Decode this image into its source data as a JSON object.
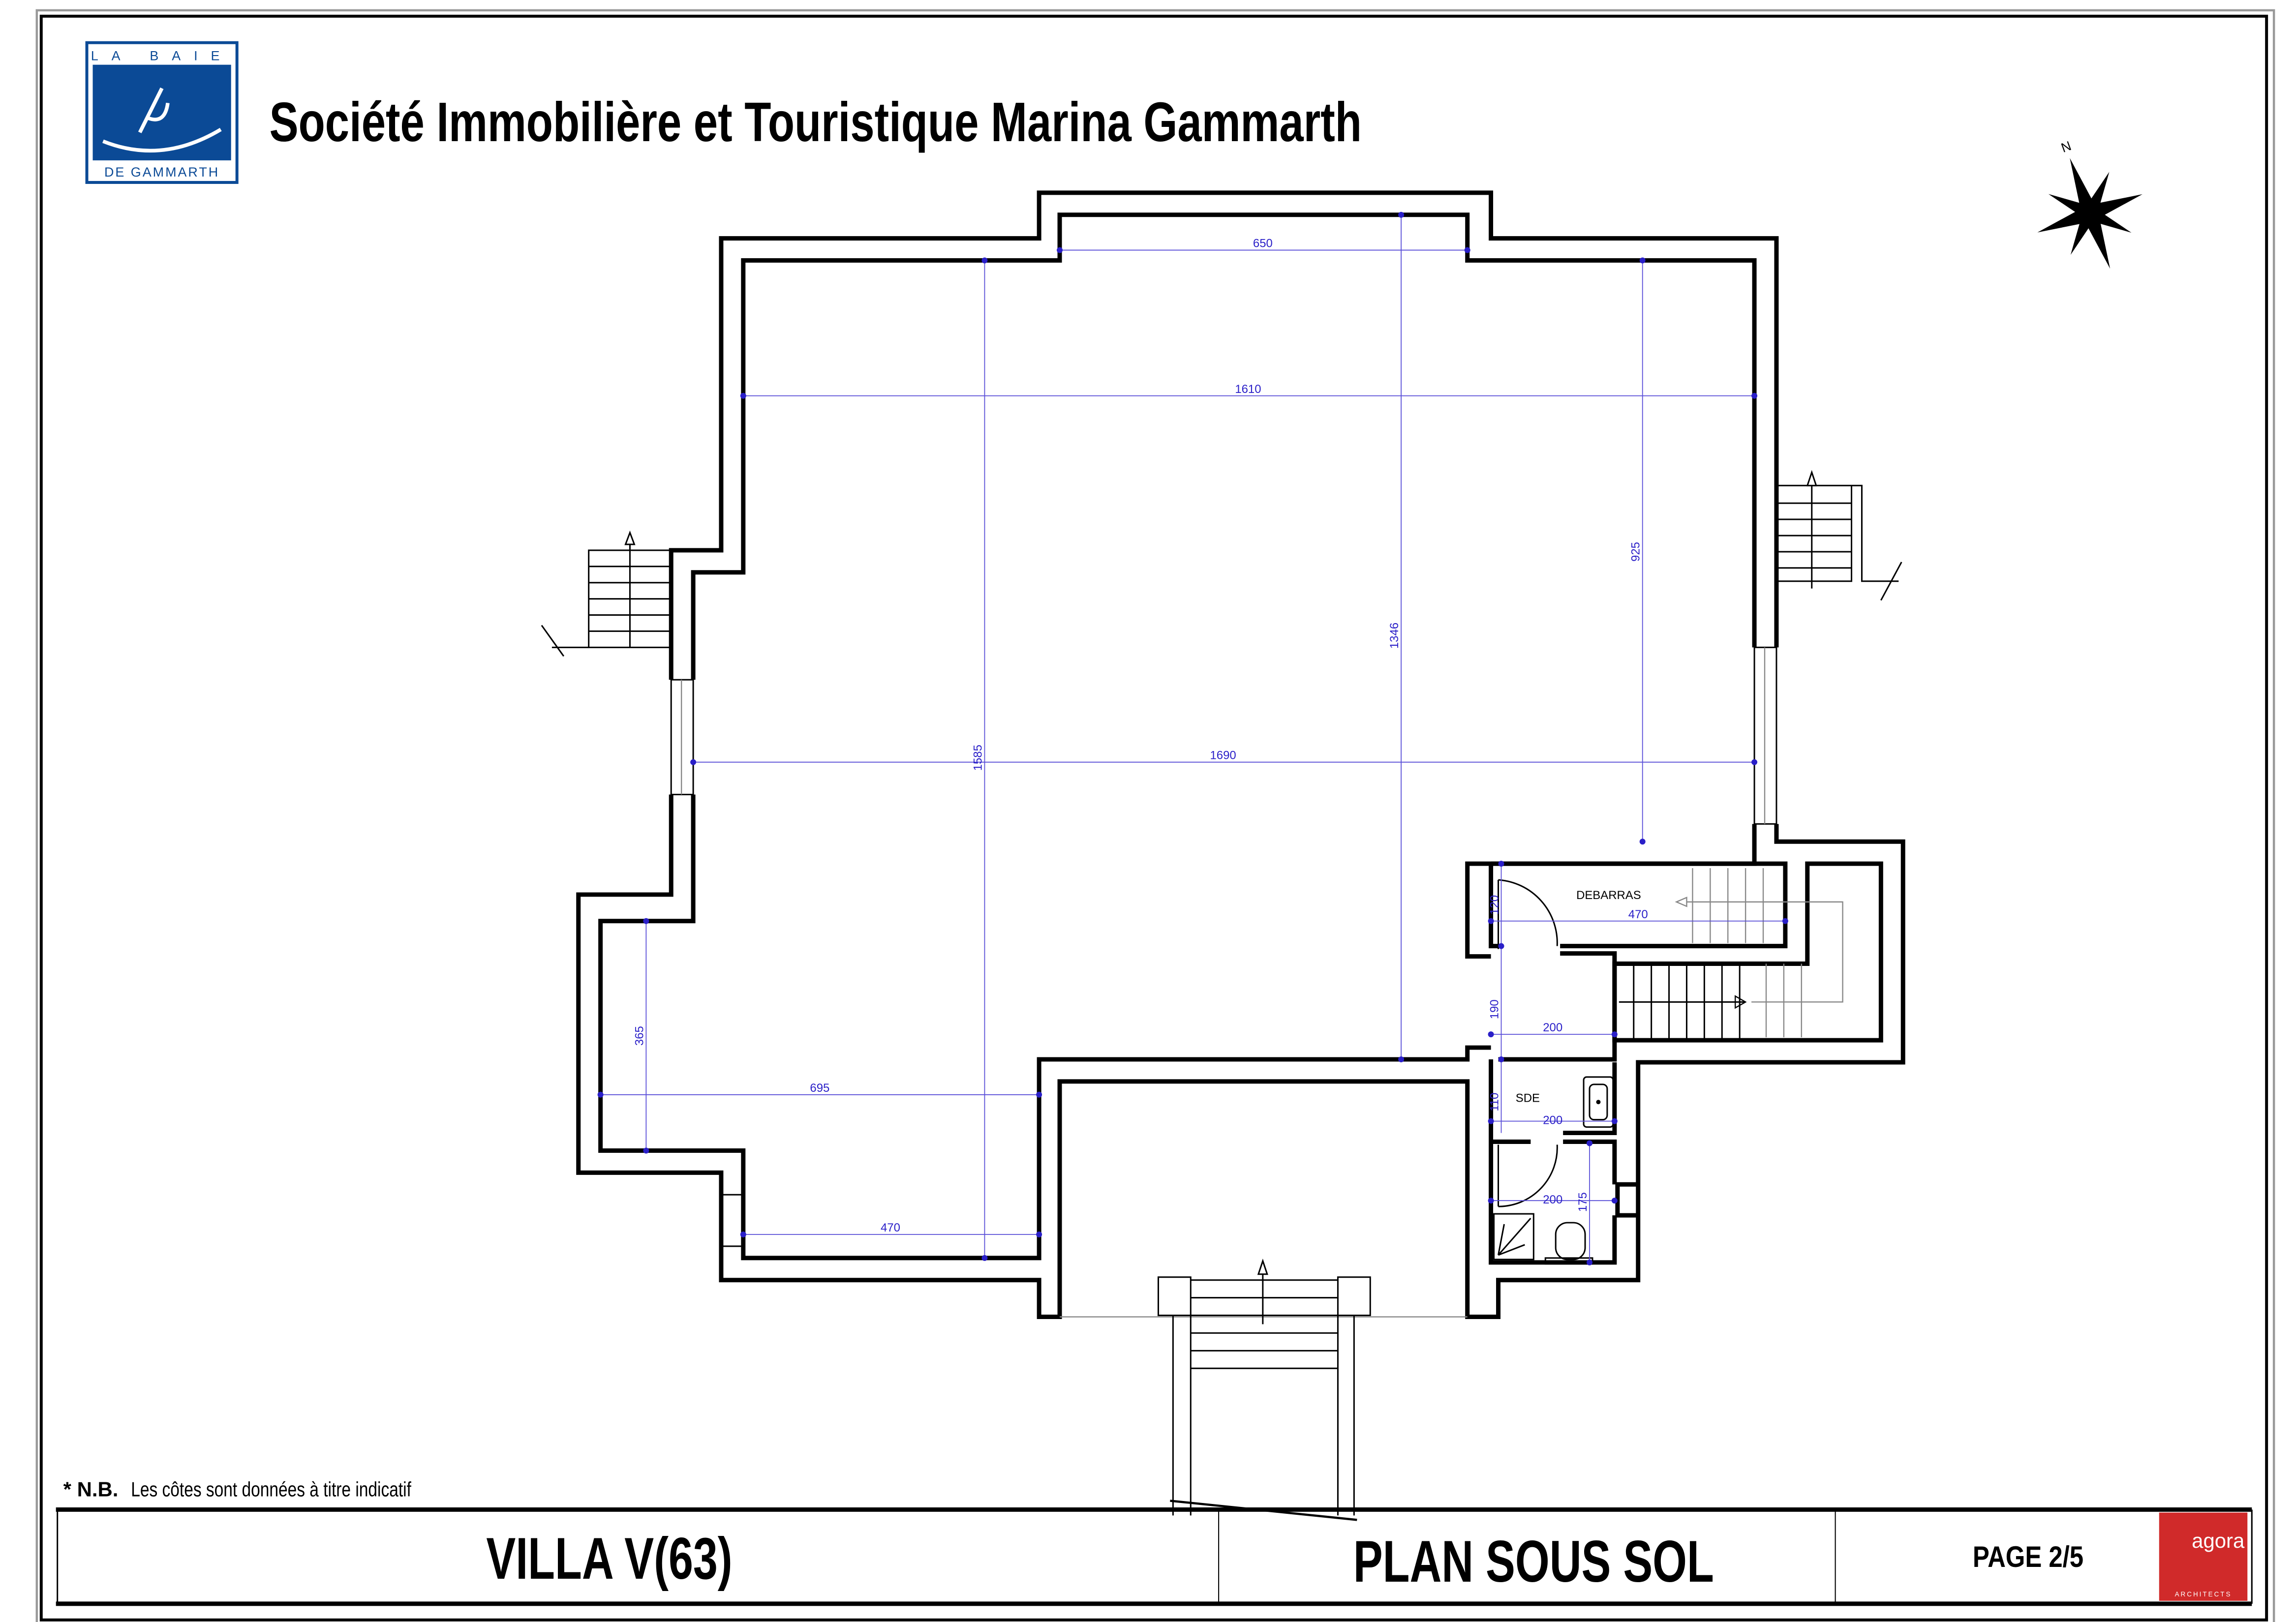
{
  "header": {
    "logo_top": "LA BAIE",
    "logo_bottom": "DE GAMMARTH",
    "company": "Société Immobilière et Touristique Marina Gammarth"
  },
  "compass": {
    "north_label": "N"
  },
  "rooms": {
    "debarras": "DEBARRAS",
    "sde": "SDE"
  },
  "dimensions": {
    "d650": "650",
    "d1610": "1610",
    "d1690": "1690",
    "d925": "925",
    "d1346": "1346",
    "d1585": "1585",
    "d365": "365",
    "d695": "695",
    "d470a": "470",
    "d120": "120",
    "d470b": "470",
    "d190": "190",
    "d200a": "200",
    "d110": "110",
    "d200b": "200",
    "d200c": "200",
    "d175": "175"
  },
  "note": {
    "prefix": "* N.B.",
    "text": "Les côtes sont données à titre indicatif"
  },
  "footer": {
    "villa": "VILLA  V(63)",
    "plan": "PLAN SOUS SOL",
    "page": "PAGE 2/5",
    "brand": "agora",
    "brand_sub": "ARCHITECTS"
  },
  "colors": {
    "logo_blue": "#0b4a96",
    "brand_red": "#d02a2a",
    "dimension": "#2a1fc8"
  }
}
